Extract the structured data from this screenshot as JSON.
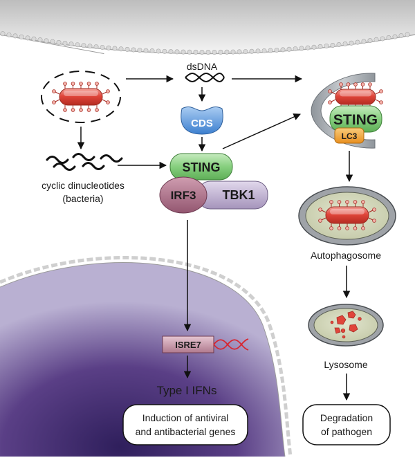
{
  "labels": {
    "dsdna": "dsDNA",
    "cds": "CDS",
    "sting_main": "STING",
    "irf3": "IRF3",
    "tbk1": "TBK1",
    "cdn_line1": "cyclic dinucleotides",
    "cdn_line2": "(bacteria)",
    "sting_autophagy": "STING",
    "lc3": "LC3",
    "autophagosome": "Autophagosome",
    "lysosome": "Lysosome",
    "isre7": "ISRE7",
    "type1_ifns": "Type I IFNs",
    "induction_line1": "Induction of antiviral",
    "induction_line2": "and antibacterial genes",
    "degradation_line1": "Degradation",
    "degradation_line2": "of pathogen"
  },
  "colors": {
    "sting_green": "#7ec87a",
    "cds_blue": "#4f8fd6",
    "irf3_mauve": "#a86a82",
    "tbk1_lavender": "#b8a8c8",
    "lc3_orange": "#f0a030",
    "bacterium_red": "#e0453a",
    "nucleus_purple": "#5a3f86",
    "membrane_gray": "#c9c9c9"
  }
}
